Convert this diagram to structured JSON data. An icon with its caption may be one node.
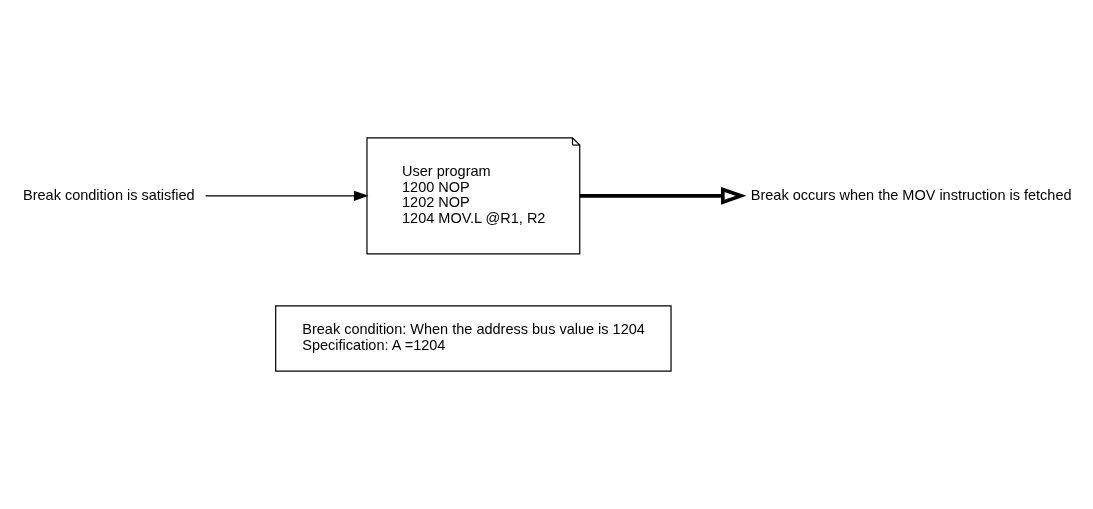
{
  "diagram": {
    "nodes": [
      {
        "text": [
          "Break condition: When the address bus value is 1204",
          "Specification: A =1204"
        ]
      },
      {
        "text": [
          "User program",
          "1200 NOP",
          "1202 NOP",
          "1204 MOV.L @R1, R2"
        ]
      },
      {
        "text": [
          "Break condition is satisfied"
        ]
      },
      {
        "text": [
          "Break occurs when the MOV instruction is fetched"
        ]
      }
    ],
    "edges": [
      {
        "from": 2,
        "to": 1,
        "arrow": "to"
      },
      {
        "from": 1,
        "to": 3,
        "arrow": "to",
        "style": "thick"
      }
    ]
  }
}
